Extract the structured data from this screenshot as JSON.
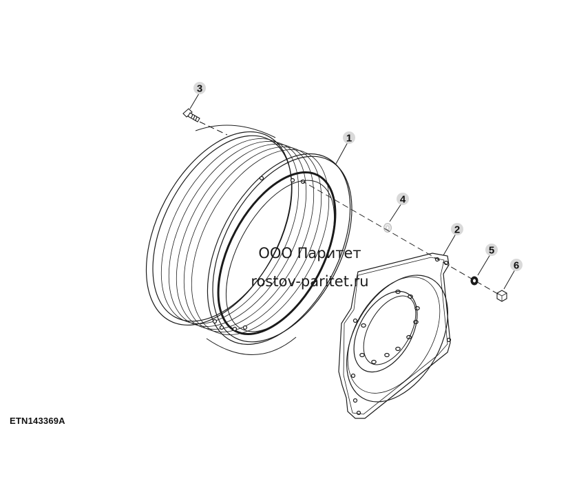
{
  "figure_id": "ETN143369A",
  "watermark": {
    "line1": "ООО Паритет",
    "line2": "rostov-paritet.ru"
  },
  "callouts": [
    {
      "id": "1",
      "label": "1"
    },
    {
      "id": "2",
      "label": "2"
    },
    {
      "id": "3",
      "label": "3"
    },
    {
      "id": "4",
      "label": "4"
    },
    {
      "id": "5",
      "label": "5"
    },
    {
      "id": "6",
      "label": "6"
    }
  ],
  "colors": {
    "line": "#1a1a1a",
    "callout_circle": "#d9d9d9",
    "background": "#ffffff"
  }
}
